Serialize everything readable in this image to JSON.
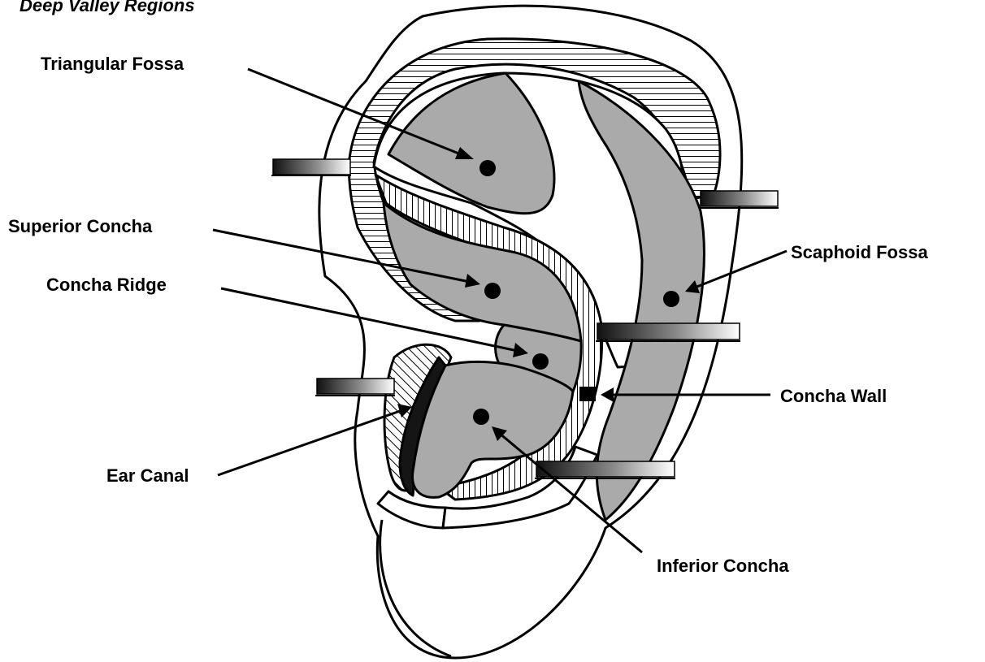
{
  "title": "Deep Valley Regions",
  "labels": {
    "triangular_fossa": "Triangular Fossa",
    "superior_concha": "Superior Concha",
    "concha_ridge": "Concha Ridge",
    "ear_canal": "Ear Canal",
    "scaphoid_fossa": "Scaphoid Fossa",
    "concha_wall": "Concha Wall",
    "inferior_concha": "Inferior Concha"
  },
  "colors": {
    "region_fill": "#aaaaaa",
    "outline": "#000000",
    "background": "#ffffff"
  }
}
